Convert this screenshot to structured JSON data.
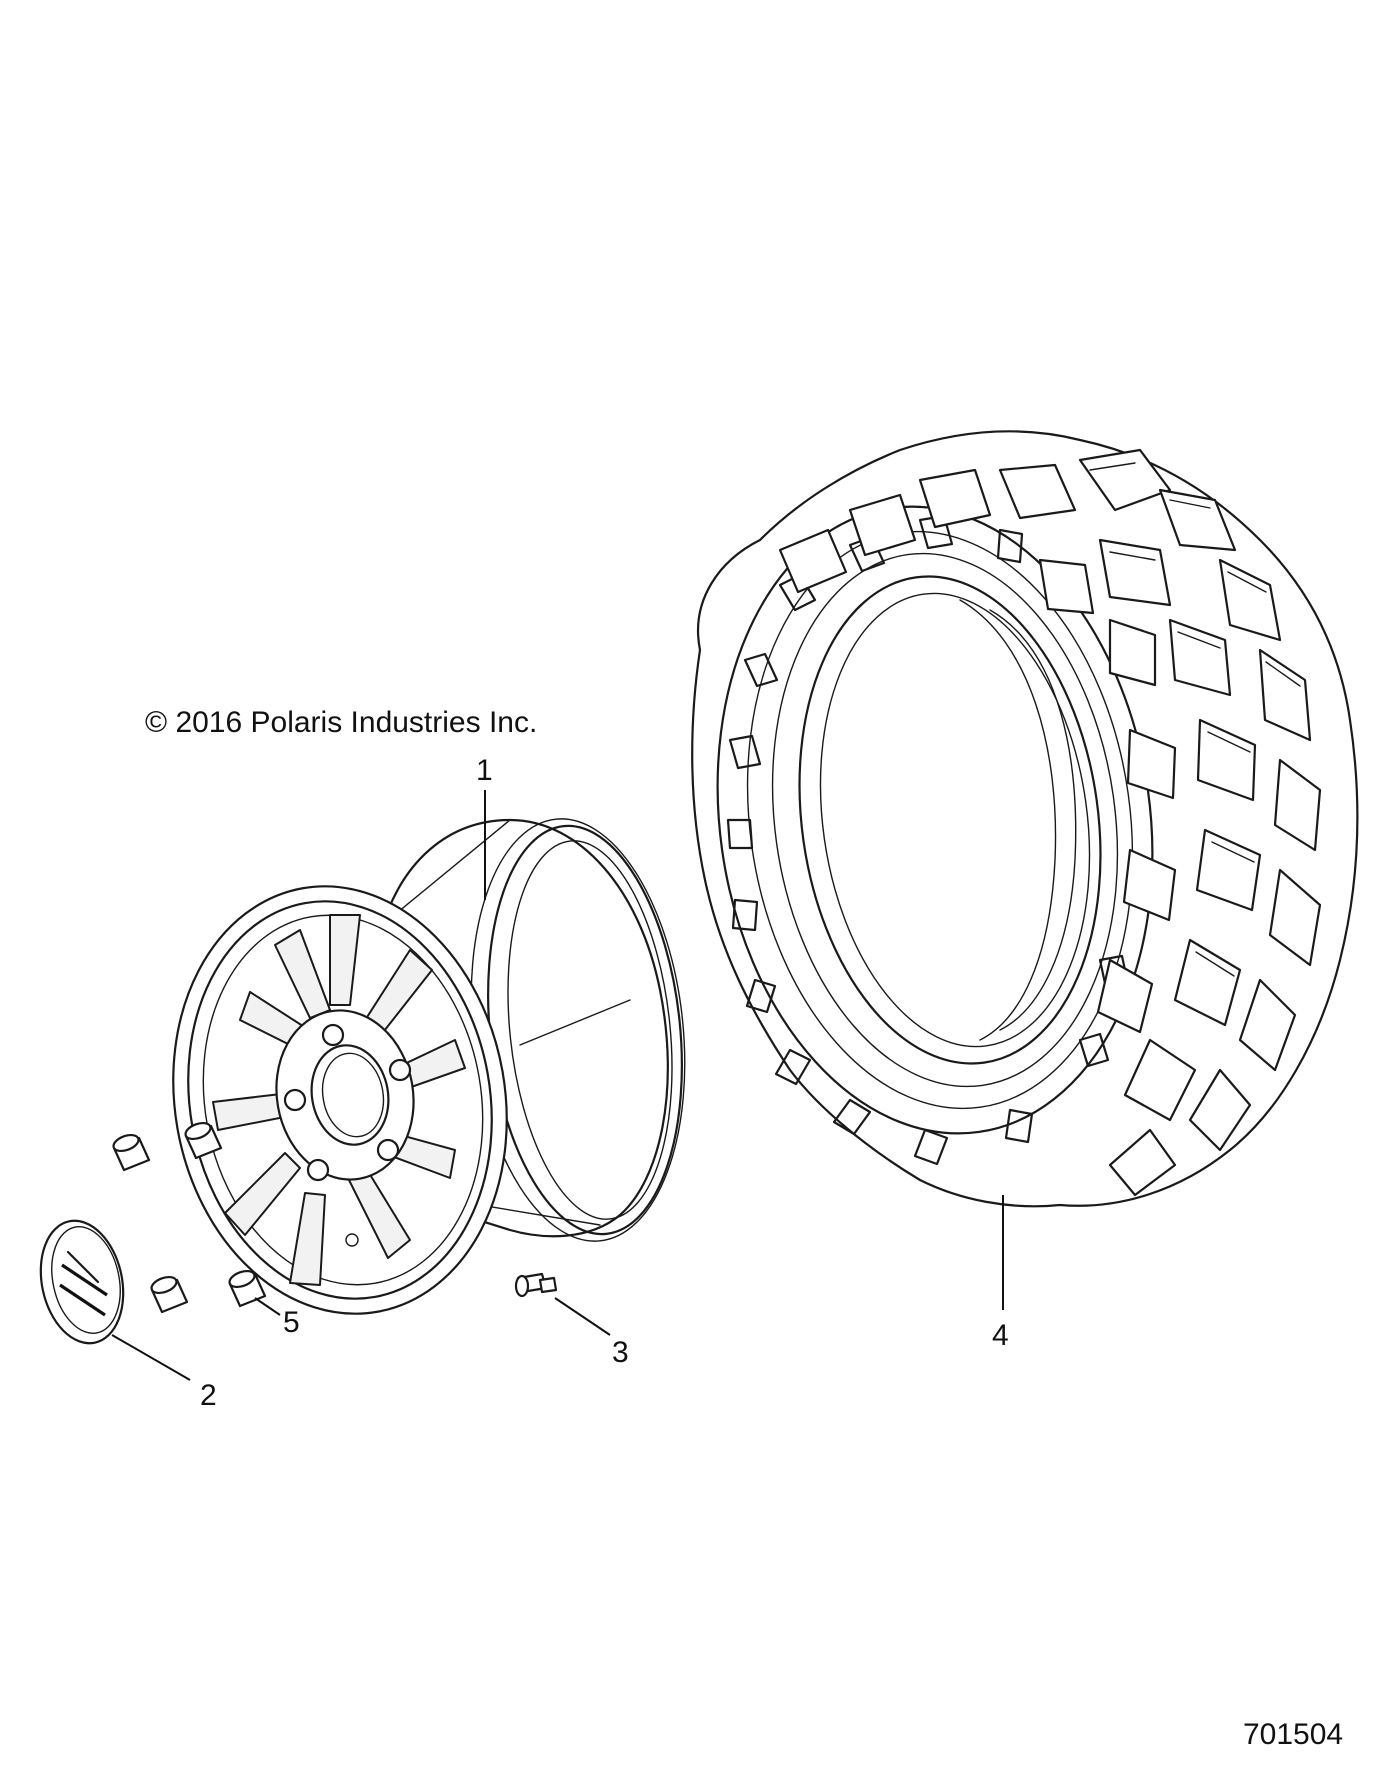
{
  "copyright": "© 2016 Polaris Industries Inc.",
  "drawing_number": "701504",
  "callouts": [
    {
      "id": "1",
      "label": "1",
      "part": "wheel-rim"
    },
    {
      "id": "2",
      "label": "2",
      "part": "center-cap"
    },
    {
      "id": "3",
      "label": "3",
      "part": "valve-stem"
    },
    {
      "id": "4",
      "label": "4",
      "part": "tire"
    },
    {
      "id": "5",
      "label": "5",
      "part": "lug-nut"
    }
  ]
}
